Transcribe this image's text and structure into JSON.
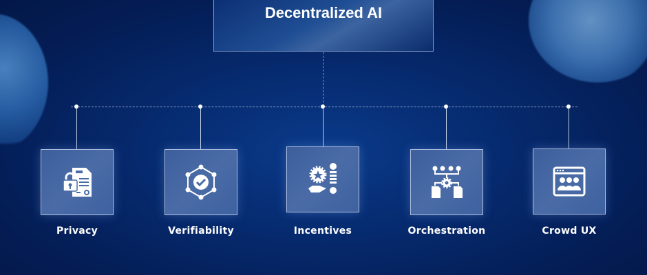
{
  "title": "Decentralized AI",
  "nodes": [
    {
      "label": "Privacy",
      "icon": "lock-document-icon"
    },
    {
      "label": "Verifiability",
      "icon": "verified-network-icon"
    },
    {
      "label": "Incentives",
      "icon": "reward-coins-icon"
    },
    {
      "label": "Orchestration",
      "icon": "gear-workflow-icon"
    },
    {
      "label": "Crowd UX",
      "icon": "crowd-browser-icon"
    }
  ]
}
